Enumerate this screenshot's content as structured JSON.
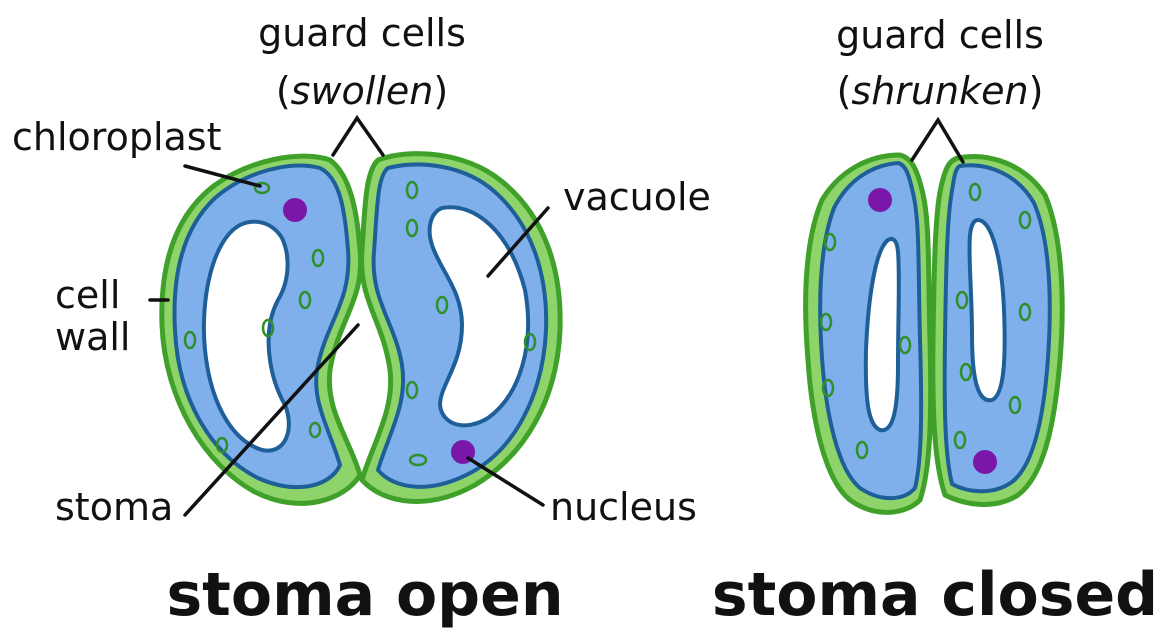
{
  "labels": {
    "guard_cells_left": "guard cells",
    "swollen": "swollen",
    "chloroplast": "chloroplast",
    "vacuole": "vacuole",
    "cell": "cell",
    "wall": "wall",
    "stoma": "stoma",
    "nucleus": "nucleus",
    "guard_cells_right": "guard cells",
    "shrunken": "shrunken"
  },
  "titles": {
    "open": "stoma open",
    "closed": "stoma closed"
  },
  "colors": {
    "cell_wall": "#8fd46a",
    "cytoplasm": "#7fb0ec",
    "membrane": "#1f5f99",
    "nucleus": "#7a17a8",
    "chloroplast": "#2f8f2a"
  }
}
